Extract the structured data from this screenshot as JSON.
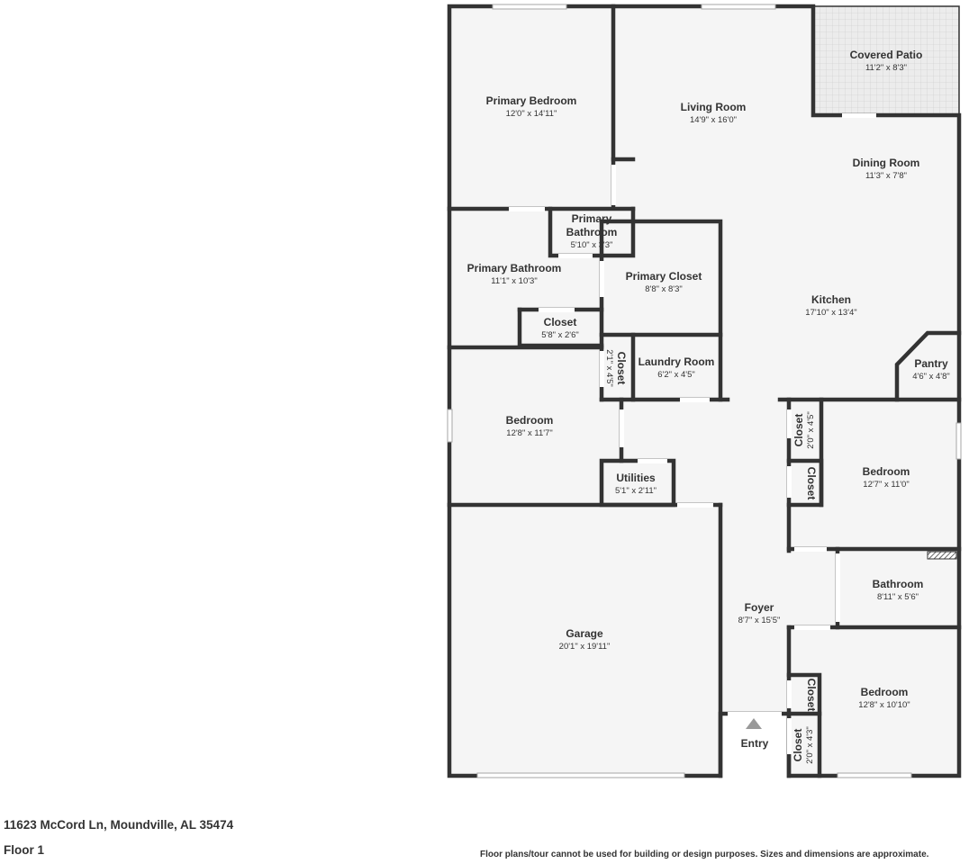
{
  "address": "11623 McCord Ln, Moundville, AL 35474",
  "floor_label": "Floor 1",
  "disclaimer": "Floor plans/tour cannot be used for building or design purposes. Sizes and dimensions are approximate.",
  "entry_label": "Entry",
  "colors": {
    "wall": "#333333",
    "floor": "#f5f5f5",
    "patio": "#ececec",
    "text": "#333333"
  },
  "rooms": {
    "primary_bedroom": {
      "name": "Primary Bedroom",
      "dims": "12'0\" x 14'11\""
    },
    "living_room": {
      "name": "Living Room",
      "dims": "14'9\" x 16'0\""
    },
    "covered_patio": {
      "name": "Covered Patio",
      "dims": "11'2\" x 8'3\""
    },
    "dining_room": {
      "name": "Dining Room",
      "dims": "11'3\" x 7'8\""
    },
    "primary_bathroom_small": {
      "name1": "Primary",
      "name2": "Bathroom",
      "dims": "5'10\" x 3'3\""
    },
    "primary_bathroom": {
      "name": "Primary Bathroom",
      "dims": "11'1\" x 10'3\""
    },
    "primary_closet": {
      "name": "Primary Closet",
      "dims": "8'8\" x 8'3\""
    },
    "kitchen": {
      "name": "Kitchen",
      "dims": "17'10\" x 13'4\""
    },
    "closet_a": {
      "name": "Closet",
      "dims": "5'8\" x 2'6\""
    },
    "closet_b": {
      "name": "Closet",
      "dims": "2'1\" x 4'5\""
    },
    "laundry_room": {
      "name": "Laundry Room",
      "dims": "6'2\" x 4'5\""
    },
    "pantry": {
      "name": "Pantry",
      "dims": "4'6\" x 4'8\""
    },
    "bedroom_west": {
      "name": "Bedroom",
      "dims": "12'8\" x 11'7\""
    },
    "utilities": {
      "name": "Utilities",
      "dims": "5'1\" x 2'11\""
    },
    "closet_c": {
      "name": "Closet",
      "dims": "2'0\" x 4'5\""
    },
    "closet_d": {
      "name": "Closet"
    },
    "bedroom_east": {
      "name": "Bedroom",
      "dims": "12'7\" x 11'0\""
    },
    "garage": {
      "name": "Garage",
      "dims": "20'1\" x 19'11\""
    },
    "foyer": {
      "name": "Foyer",
      "dims": "8'7\" x 15'5\""
    },
    "bathroom": {
      "name": "Bathroom",
      "dims": "8'11\" x 5'6\""
    },
    "bedroom_south": {
      "name": "Bedroom",
      "dims": "12'8\" x 10'10\""
    },
    "closet_e": {
      "name": "Closet"
    },
    "closet_f": {
      "name": "Closet",
      "dims": "2'0\" x 4'3\""
    }
  }
}
